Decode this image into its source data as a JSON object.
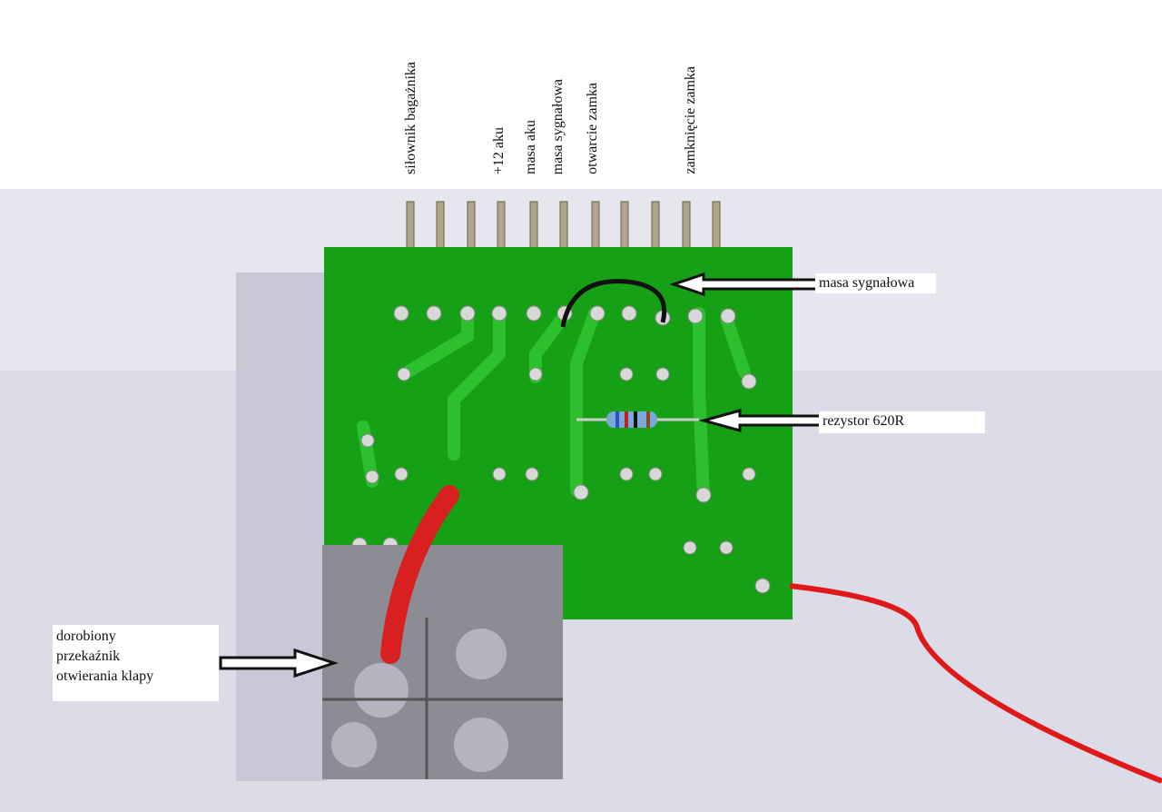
{
  "pin_labels": [
    "siłownik bagażnika",
    "+12 aku",
    "masa aku",
    "masa sygnałowa",
    "otwarcie zamka",
    "zamknięcie zamka"
  ],
  "callouts": {
    "signal_ground": "masa sygnałowa",
    "resistor": "rezystor 620R",
    "relay": [
      "dorobiony",
      "przekaźnik",
      "otwierania klapy"
    ]
  },
  "colors": {
    "pcb": "#16a016",
    "background": "#dcdce8",
    "wire": "#e01818"
  }
}
